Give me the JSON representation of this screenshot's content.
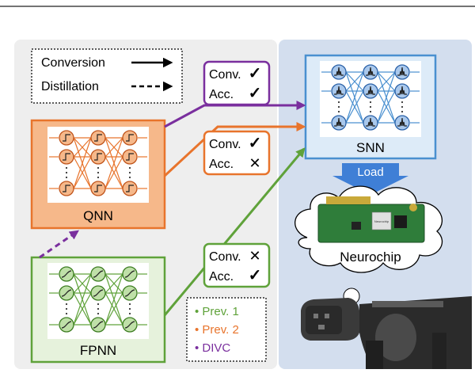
{
  "legend": {
    "conversion": "Conversion",
    "distillation": "Distillation"
  },
  "networks": {
    "qnn": "QNN",
    "fpnn": "FPNN",
    "snn": "SNN"
  },
  "badges": {
    "top": {
      "conv": "Conv.",
      "conv_mark": "✓",
      "acc": "Acc.",
      "acc_mark": "✓"
    },
    "middle": {
      "conv": "Conv.",
      "conv_mark": "✓",
      "acc": "Acc.",
      "acc_mark": "✕"
    },
    "bottom": {
      "conv": "Conv.",
      "conv_mark": "✕",
      "acc": "Acc.",
      "acc_mark": "✓"
    }
  },
  "load_label": "Load",
  "neurochip_label": "Neurochip",
  "chip_text": "Neurochip",
  "methods": [
    {
      "label": "Prev. 1",
      "color": "#5fa23a"
    },
    {
      "label": "Prev. 2",
      "color": "#e8742c"
    },
    {
      "label": "DIVC",
      "color": "#7a2f9e"
    }
  ],
  "colors": {
    "qnn_fill": "#f6b88a",
    "qnn_border": "#e8742c",
    "fpnn_fill": "#e6f2dc",
    "fpnn_border": "#5fa23a",
    "snn_fill": "#ddebf8",
    "snn_border": "#4a90d0",
    "left_panel": "#eeeeee",
    "right_panel": "#d3deee",
    "load_arrow": "#3f7fd6",
    "distill": "#7a2f9e"
  }
}
